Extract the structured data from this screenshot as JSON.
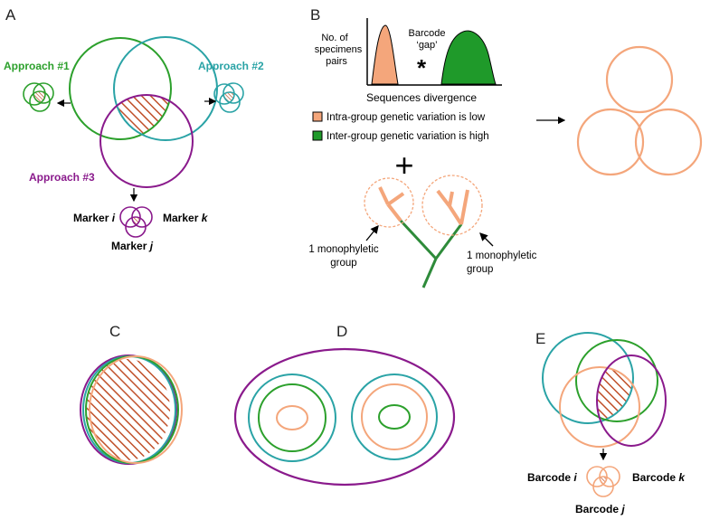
{
  "colors": {
    "green": "#2ca02c",
    "teal": "#2aa3a6",
    "purple": "#8a1a8c",
    "salmon": "#f4a67b",
    "hatch": "#c0502a",
    "dark_green": "#1f9a2a",
    "tree_green": "#2e8b3a"
  },
  "panels": {
    "A": {
      "label": "A",
      "approach1": "Approach #1",
      "approach2": "Approach #2",
      "approach3": "Approach #3",
      "marker_i_name": "Marker ",
      "marker_i_var": "i",
      "marker_k_name": "Marker ",
      "marker_k_var": "k",
      "marker_j_name": "Marker ",
      "marker_j_var": "j"
    },
    "B": {
      "label": "B",
      "ylabel_line1": "No. of",
      "ylabel_line2": "specimens",
      "ylabel_line3": "pairs",
      "xlabel": "Sequences divergence",
      "gap_line1": "Barcode",
      "gap_line2": "‘gap’",
      "asterisk": "*",
      "legend_intra": "Intra-group genetic variation is low",
      "legend_inter": "Inter-group genetic variation is high",
      "plus": "+",
      "mono_left_line1": "1 monophyletic",
      "mono_left_line2": "group",
      "mono_right_line1": "1 monophyletic",
      "mono_right_line2": "group"
    },
    "C": {
      "label": "C"
    },
    "D": {
      "label": "D"
    },
    "E": {
      "label": "E",
      "barcode_i_name": "Barcode ",
      "barcode_i_var": "i",
      "barcode_k_name": "Barcode ",
      "barcode_k_var": "k",
      "barcode_j_name": "Barcode ",
      "barcode_j_var": "j"
    }
  }
}
